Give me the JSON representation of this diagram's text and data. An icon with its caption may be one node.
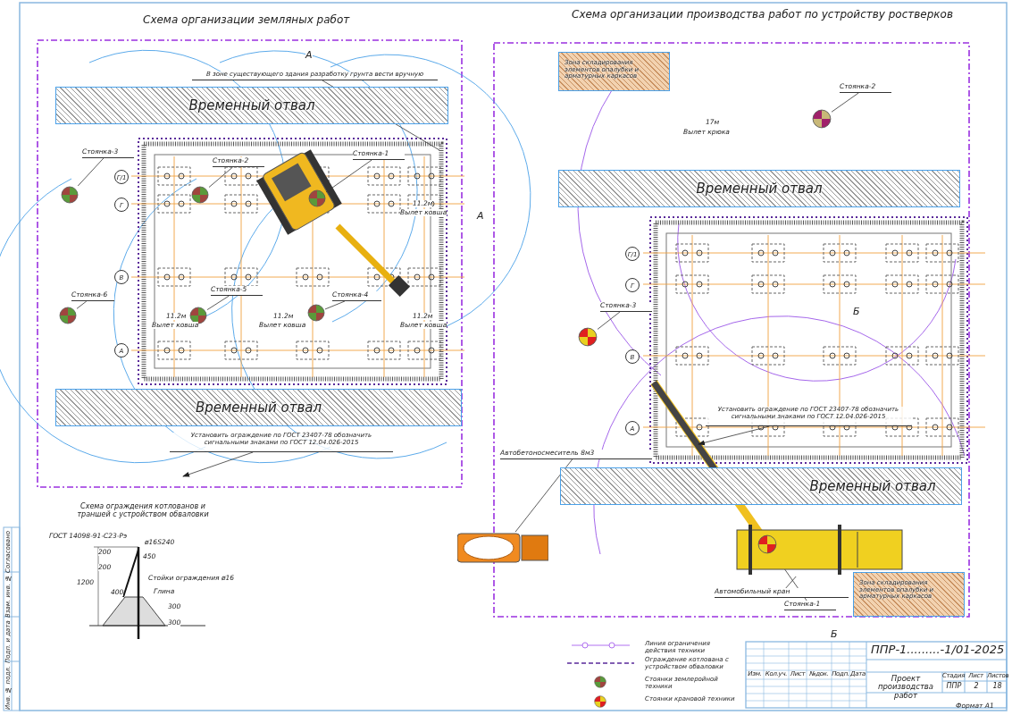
{
  "diagram": {
    "nodes": [
      {
        "text": [
          "Стоянка-3"
        ]
      },
      {
        "text": [],
        "shape": "circle"
      },
      {
        "text": [
          "Стоянка-2"
        ]
      },
      {
        "text": [],
        "shape": "circle"
      },
      {
        "text": [
          "Стоянка-1"
        ]
      },
      {
        "text": [],
        "shape": "circle"
      },
      {
        "text": [
          "Стоянка-6"
        ]
      },
      {
        "text": [],
        "shape": "circle"
      },
      {
        "text": [
          "Стоянка-5"
        ]
      },
      {
        "text": [],
        "shape": "circle"
      },
      {
        "text": [
          "Стоянка-4"
        ]
      },
      {
        "text": [],
        "shape": "circle"
      },
      {
        "text": [
          "Временный отвал"
        ]
      },
      {
        "text": [
          "Временный отвал"
        ]
      },
      {
        "text": [
          "Установить ограждение по ГОСТ 23407-78 обозначить сигнальными знаками по ГОСТ 12.04.026-2015"
        ]
      },
      {
        "text": [
          "В зоне существующего здания разработку грунта вести вручную"
        ]
      },
      {
        "text": [
          "Зона складирования элементов опалубки и арматурных каркасов"
        ]
      },
      {
        "text": [
          "Стоянка-2"
        ]
      },
      {
        "text": [],
        "shape": "circle"
      },
      {
        "text": [
          "Временный отвал"
        ]
      },
      {
        "text": [
          "Стоянка-3"
        ]
      },
      {
        "text": [],
        "shape": "circle"
      },
      {
        "text": [
          "Установить ограждение по ГОСТ 23407-78 обозначить сигнальными знаками по ГОСТ 12.04.026-2015"
        ]
      },
      {
        "text": [
          "Временный отвал"
        ]
      },
      {
        "text": [
          "Автобетоносмеситель 8м3"
        ]
      },
      {
        "text": [],
        "shape": "picture"
      },
      {
        "text": [
          "Автомобильный кран"
        ]
      },
      {
        "text": [],
        "shape": "picture"
      },
      {
        "text": [
          "Стоянка-1"
        ]
      },
      {
        "text": [],
        "shape": "circle",
        "in": 27
      },
      {
        "text": [
          "Зона складирования элементов опалубки и арматурных каркасов"
        ]
      }
    ],
    "edges": [
      {
        "from": 0,
        "to": 1,
        "arrow": "none"
      },
      {
        "from": 2,
        "to": 3,
        "arrow": "none"
      },
      {
        "from": 4,
        "to": 5,
        "arrow": "none"
      },
      {
        "from": 6,
        "to": 7,
        "arrow": "none"
      },
      {
        "from": 8,
        "to": 9,
        "arrow": "none"
      },
      {
        "from": 10,
        "to": 11,
        "arrow": "none"
      },
      {
        "from": 14,
        "to": null,
        "arrow": "to"
      },
      {
        "from": 15,
        "to": null,
        "arrow": "none"
      },
      {
        "from": 17,
        "to": 18,
        "arrow": "none"
      },
      {
        "from": 20,
        "to": 21,
        "arrow": "none"
      },
      {
        "from": 22,
        "to": null,
        "arrow": "to"
      },
      {
        "from": 24,
        "to": 25,
        "arrow": "none"
      },
      {
        "from": 26,
        "to": 27,
        "arrow": "none"
      },
      {
        "from": 28,
        "to": 29,
        "arrow": "none"
      }
    ],
    "labels": [
      "Схема организации земляных работ",
      "Схема организации производства работ по устройству ростверков",
      "А",
      "А",
      "Г/1",
      "Г",
      "В",
      "А",
      "11.2м",
      "Вылет ковша",
      "11.2м",
      "Вылет ковша",
      "11.2м",
      "Вылет ковша",
      "11.2м",
      "Вылет ковша",
      "Схема ограждения котлованов и траншей с устройством обваловки",
      "ГОСТ 14098-91-С23-Рэ",
      "ø16S240",
      "200",
      "200",
      "450",
      "1200",
      "Стойки ограждения ø16",
      "400",
      "Глина",
      "300",
      "300",
      "17м",
      "Вылет крюка",
      "Г/1",
      "Г",
      "В",
      "А",
      "Б",
      "Б",
      "ППР-1.........-1/01-2025",
      "Проект производства работ",
      "Стадия",
      "Лист",
      "Листов",
      "ППР",
      "2",
      "18",
      "Изм.",
      "Кол.уч.",
      "Лист",
      "№док.",
      "Подп.",
      "Дата",
      "Формат А1",
      "Инв. № подл.",
      "Подп. и дата",
      "Взам. инв. №",
      "Согласовано"
    ],
    "legend": [
      {
        "text": "Линия ограничения действия техники"
      },
      {
        "text": "Ограждение котлована с устройством обваловки"
      },
      {
        "text": "Стоянки землеройной техники"
      },
      {
        "text": "Стоянки крановой техники"
      }
    ]
  }
}
